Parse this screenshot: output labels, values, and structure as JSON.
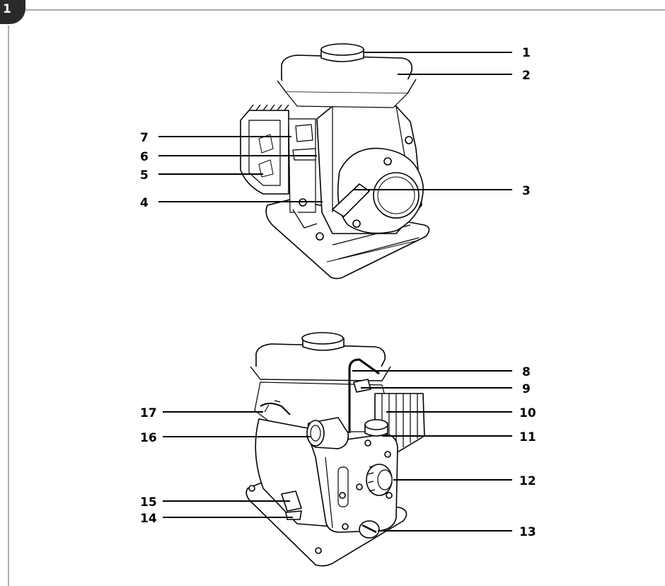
{
  "figure": {
    "number": "1",
    "top_view_labels": {
      "c1": "1",
      "c2": "2",
      "c3": "3",
      "c4": "4",
      "c5": "5",
      "c6": "6",
      "c7": "7"
    },
    "bottom_view_labels": {
      "c8": "8",
      "c9": "9",
      "c10": "10",
      "c11": "11",
      "c12": "12",
      "c13": "13",
      "c14": "14",
      "c15": "15",
      "c16": "16",
      "c17": "17"
    }
  }
}
